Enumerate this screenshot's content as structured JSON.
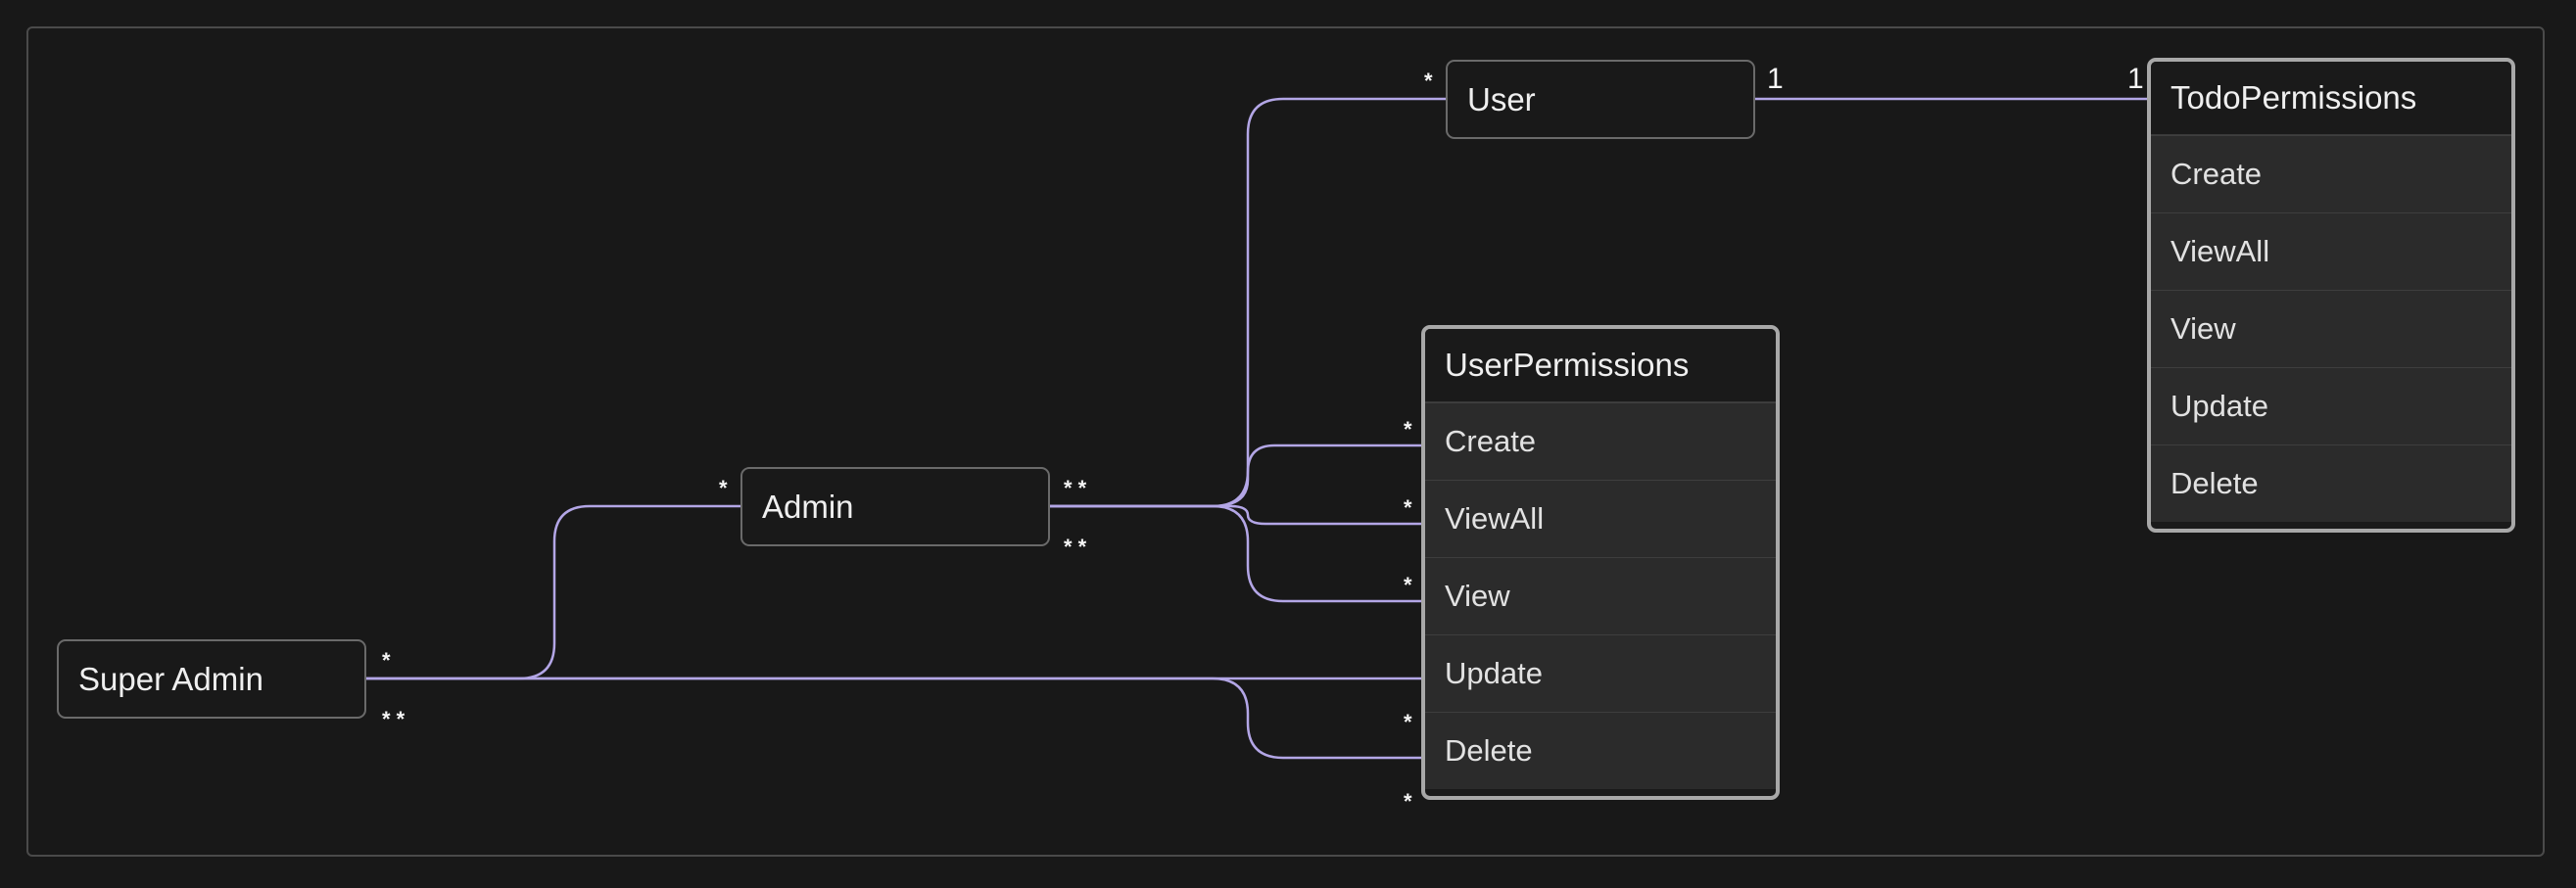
{
  "nodes": {
    "super_admin": "Super Admin",
    "admin": "Admin",
    "user": "User"
  },
  "tables": {
    "user_permissions": {
      "title": "UserPermissions",
      "rows": [
        "Create",
        "ViewAll",
        "View",
        "Update",
        "Delete"
      ]
    },
    "todo_permissions": {
      "title": "TodoPermissions",
      "rows": [
        "Create",
        "ViewAll",
        "View",
        "Update",
        "Delete"
      ]
    }
  },
  "multiplicity": {
    "many": "*",
    "one": "1",
    "many_pair": "* *"
  },
  "colors": {
    "background": "#181818",
    "edge": "#b3a6e6",
    "port": "#3a2f7a"
  }
}
